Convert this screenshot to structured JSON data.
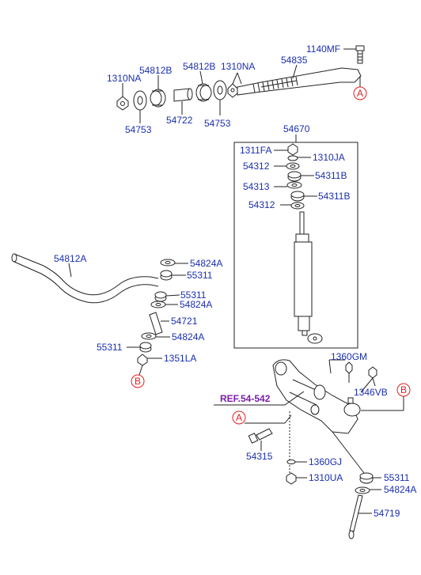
{
  "diagram": {
    "reference": "REF.54-542",
    "markers": {
      "a": "A",
      "b": "B"
    },
    "colors": {
      "part_number": "#1a2fb0",
      "reference": "#7a1fa8",
      "marker": "#e02020",
      "line": "#222222"
    },
    "labels": {
      "p1140MF": "1140MF",
      "p54835": "54835",
      "p1310NA_top": "1310NA",
      "p54812B_1": "54812B",
      "p54812B_2": "54812B",
      "p1310NA_2": "1310NA",
      "p54753_1": "54753",
      "p54722": "54722",
      "p54753_2": "54753",
      "p54670": "54670",
      "p1311FA": "1311FA",
      "p1310JA": "1310JA",
      "p54312_1": "54312",
      "p54311B_1": "54311B",
      "p54313": "54313",
      "p54311B_2": "54311B",
      "p54312_2": "54312",
      "p54812A": "54812A",
      "p54824A_1": "54824A",
      "p55311_1": "55311",
      "p55311_2": "55311",
      "p54824A_2": "54824A",
      "p54721": "54721",
      "p54824A_3": "54824A",
      "p55311_3": "55311",
      "p1351LA": "1351LA",
      "p1360GM": "1360GM",
      "p1346VB": "1346VB",
      "p54315": "54315",
      "p1360GJ": "1360GJ",
      "p1310UA": "1310UA",
      "p55311_4": "55311",
      "p54824A_4": "54824A",
      "p54719": "54719"
    }
  }
}
